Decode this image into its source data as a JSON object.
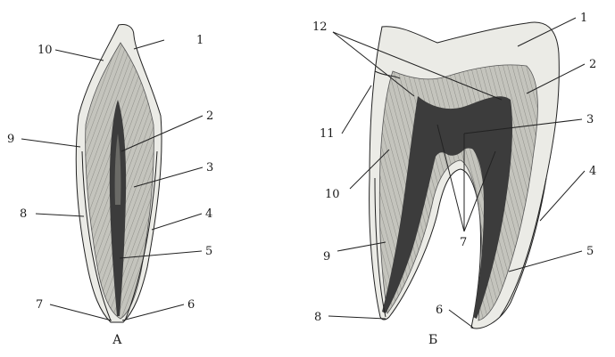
{
  "figure_a": {
    "caption": "А",
    "labels": [
      "1",
      "2",
      "3",
      "4",
      "5",
      "6",
      "7",
      "8",
      "9",
      "10"
    ]
  },
  "figure_b": {
    "caption": "Б",
    "labels": [
      "1",
      "2",
      "3",
      "4",
      "5",
      "6",
      "7",
      "8",
      "9",
      "10",
      "11",
      "12"
    ]
  },
  "colors": {
    "enamel": "#ebebe6",
    "dentin": "#b9b9b2",
    "pulp": "#3c3c3c",
    "cement": "#d6d6cf",
    "line": "#222222"
  }
}
